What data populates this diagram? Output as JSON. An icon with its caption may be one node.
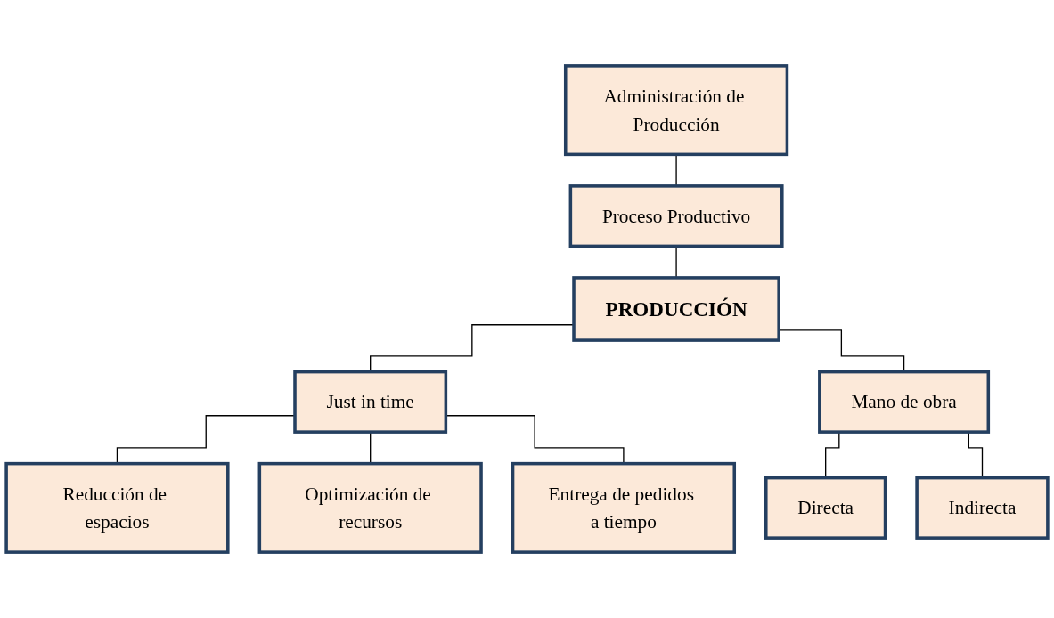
{
  "diagram": {
    "nodes": [
      {
        "text": [
          "Administración de Producción"
        ]
      },
      {
        "text": [
          "Proceso Productivo"
        ]
      },
      {
        "text": [
          "PRODUCCIÓN"
        ]
      },
      {
        "text": [
          "Just in time"
        ]
      },
      {
        "text": [
          "Mano de obra"
        ]
      },
      {
        "text": [
          "Reducción de espacios"
        ]
      },
      {
        "text": [
          "Optimización de recursos"
        ]
      },
      {
        "text": [
          "Entrega de pedidos a tiempo"
        ]
      },
      {
        "text": [
          "Directa"
        ]
      },
      {
        "text": [
          "Indirecta"
        ]
      }
    ],
    "edges": [
      {
        "from": 0,
        "to": 1,
        "arrow": "none"
      },
      {
        "from": 1,
        "to": 2,
        "arrow": "none"
      },
      {
        "from": 2,
        "to": 3,
        "arrow": "none"
      },
      {
        "from": 2,
        "to": 4,
        "arrow": "none"
      },
      {
        "from": 3,
        "to": 5,
        "arrow": "none"
      },
      {
        "from": 3,
        "to": 6,
        "arrow": "none"
      },
      {
        "from": 3,
        "to": 7,
        "arrow": "none"
      },
      {
        "from": 4,
        "to": 8,
        "arrow": "none"
      },
      {
        "from": 4,
        "to": 9,
        "arrow": "none"
      }
    ]
  }
}
